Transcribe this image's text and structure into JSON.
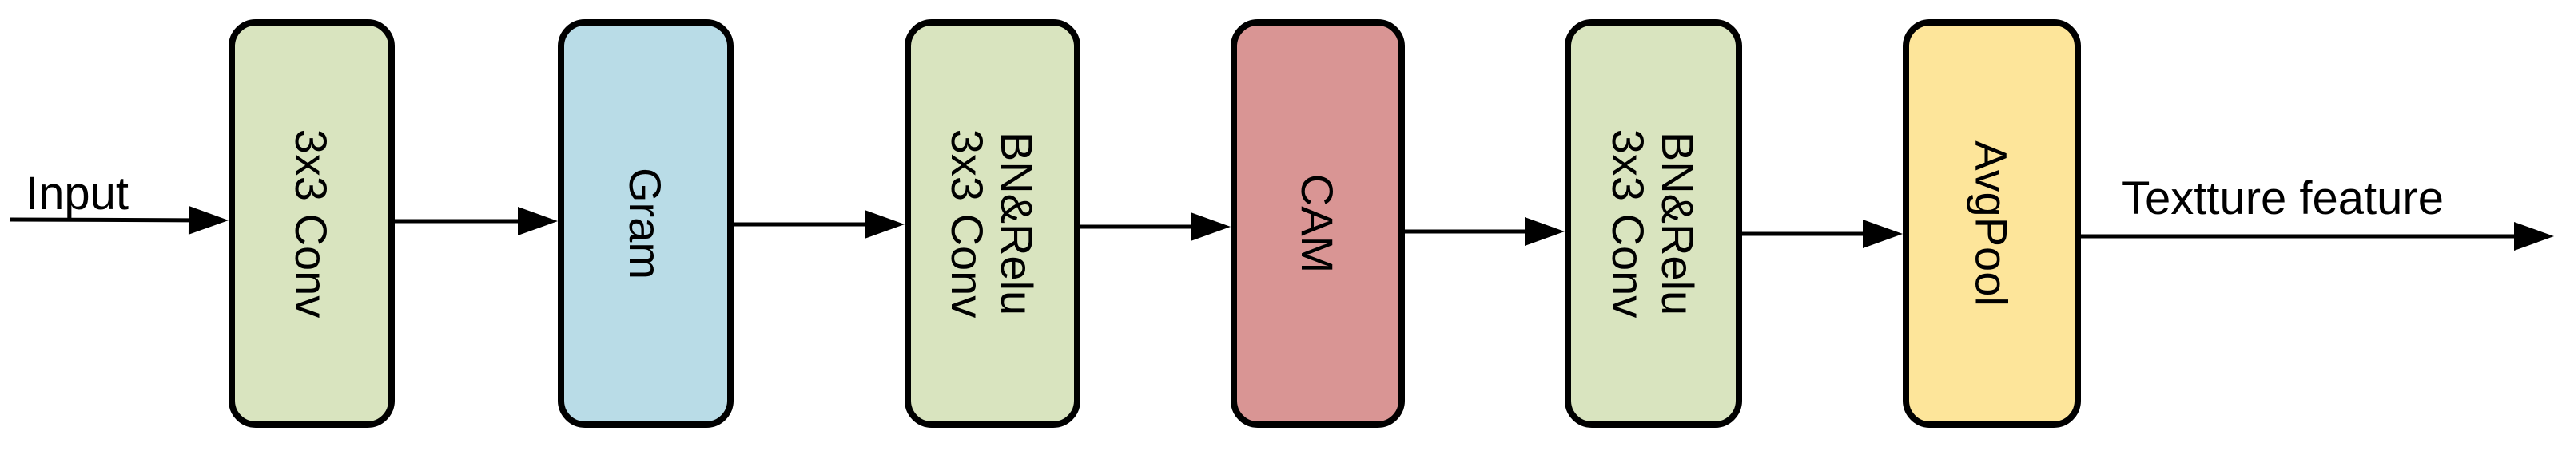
{
  "input_label": "Input",
  "output_label": "Textture feature",
  "blocks": [
    {
      "id": "conv1",
      "lines": [
        "3x3 Conv"
      ],
      "color": "#d9e4bf"
    },
    {
      "id": "gram",
      "lines": [
        "Gram"
      ],
      "color": "#b9dce7"
    },
    {
      "id": "conv2",
      "lines": [
        "3x3 Conv",
        "BN&Relu"
      ],
      "color": "#d9e4bf"
    },
    {
      "id": "cam",
      "lines": [
        "CAM"
      ],
      "color": "#d99594"
    },
    {
      "id": "conv3",
      "lines": [
        "3x3 Conv",
        "BN&Relu"
      ],
      "color": "#d9e4bf"
    },
    {
      "id": "avgpool",
      "lines": [
        "AvgPool"
      ],
      "color": "#fde59a"
    }
  ],
  "colors": {
    "stroke": "#000000",
    "text": "#000000"
  }
}
